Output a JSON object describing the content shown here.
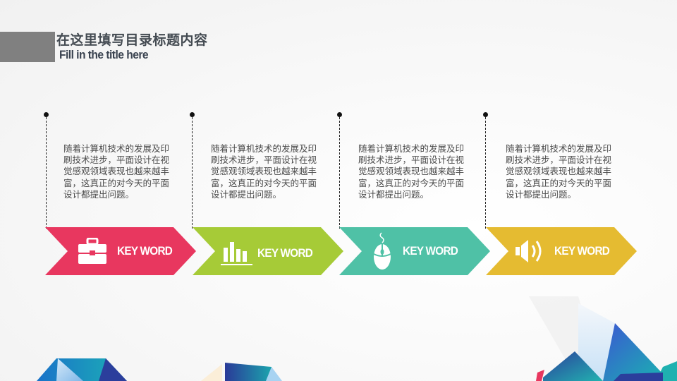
{
  "header": {
    "title_cn": "在这里填写目录标题内容",
    "title_en": "Fill in the title here"
  },
  "steps": [
    {
      "description": "随着计算机技术的发展及印刷技术进步，平面设计在视觉感观领域表现也越来越丰富，这真正的对今天的平面设计都提出问题。",
      "keyword": "KEY WORD",
      "icon": "briefcase-icon",
      "color": "#e8375f"
    },
    {
      "description": "随着计算机技术的发展及印刷技术进步，平面设计在视觉感观领域表现也越来越丰富，这真正的对今天的平面设计都提出问题。",
      "keyword": "KEY WORD",
      "icon": "bar-chart-icon",
      "color": "#a6cb37"
    },
    {
      "description": "随着计算机技术的发展及印刷技术进步，平面设计在视觉感观领域表现也越来越丰富，这真正的对今天的平面设计都提出问题。",
      "keyword": "KEY WORD",
      "icon": "mouse-icon",
      "color": "#4fc1a6"
    },
    {
      "description": "随着计算机技术的发展及印刷技术进步，平面设计在视觉感观领域表现也越来越丰富，这真正的对今天的平面设计都提出问题。",
      "keyword": "KEY WORD",
      "icon": "speaker-icon",
      "color": "#e5bb31"
    }
  ]
}
